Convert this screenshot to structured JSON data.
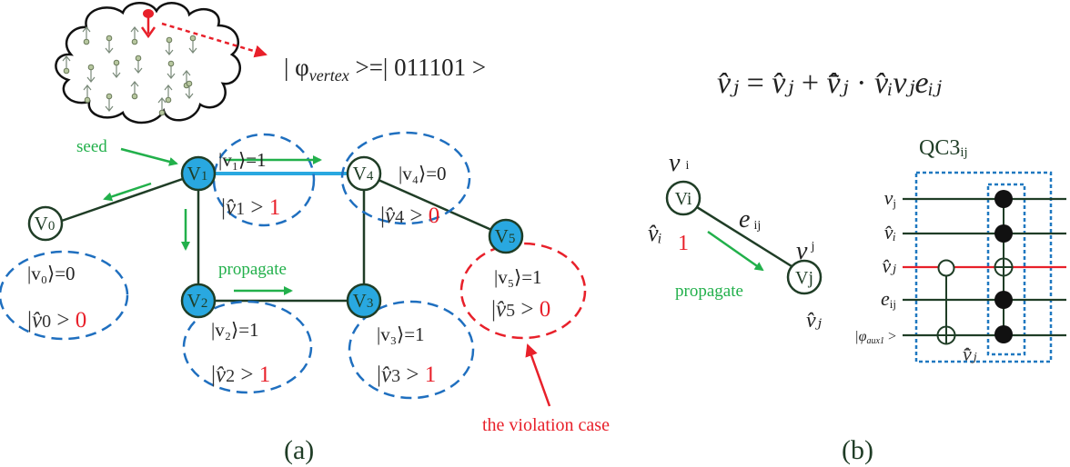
{
  "colors": {
    "node_fill": "#29a8e0",
    "node_stroke": "#1f3d26",
    "edge": "#1f3d26",
    "highlight_edge": "#29a8e0",
    "green": "#22b04b",
    "red": "#e8202a",
    "blue_dash": "#1f6fbf",
    "text": "#222222",
    "circuit_dash": "#1f78c0"
  },
  "panel_a": {
    "label": "(a)",
    "state_formula": {
      "left": "| φ",
      "subscript": "vertex",
      "right": " >=| 011101 >"
    },
    "seed_label": "seed",
    "propagate_label": "propagate",
    "violation_label": "the violation case",
    "nodes": [
      {
        "id": "v0",
        "main": "V",
        "sub": "0",
        "filled": false
      },
      {
        "id": "v1",
        "main": "V",
        "sub": "1",
        "filled": true
      },
      {
        "id": "v2",
        "main": "V",
        "sub": "2",
        "filled": true
      },
      {
        "id": "v3",
        "main": "V",
        "sub": "3",
        "filled": true
      },
      {
        "id": "v4",
        "main": "V",
        "sub": "4",
        "filled": false
      },
      {
        "id": "v5",
        "main": "V",
        "sub": "5",
        "filled": true
      }
    ],
    "states": [
      {
        "node": "v0",
        "ket": "|v₀⟩=0",
        "hat_sub": "0",
        "hat_val": "0",
        "violation": false
      },
      {
        "node": "v1",
        "ket": "|v₁⟩=1",
        "hat_sub": "1",
        "hat_val": "1",
        "violation": false
      },
      {
        "node": "v2",
        "ket": "|v₂⟩=1",
        "hat_sub": "2",
        "hat_val": "1",
        "violation": false
      },
      {
        "node": "v3",
        "ket": "|v₃⟩=1",
        "hat_sub": "3",
        "hat_val": "1",
        "violation": false
      },
      {
        "node": "v4",
        "ket": "|v₄⟩=0",
        "hat_sub": "4",
        "hat_val": "0",
        "violation": false
      },
      {
        "node": "v5",
        "ket": "|v₅⟩=1",
        "hat_sub": "5",
        "hat_val": "0",
        "violation": true
      }
    ],
    "edges": [
      {
        "from": "v1",
        "to": "v0"
      },
      {
        "from": "v1",
        "to": "v4",
        "highlight": true
      },
      {
        "from": "v1",
        "to": "v2"
      },
      {
        "from": "v2",
        "to": "v3"
      },
      {
        "from": "v4",
        "to": "v3"
      },
      {
        "from": "v4",
        "to": "v5"
      }
    ],
    "cloud": {
      "spins": [
        "up",
        "down",
        "up",
        "down",
        "down",
        "up",
        "down",
        "down",
        "down",
        "up",
        "down",
        "up",
        "down",
        "up",
        "up",
        "down",
        "up"
      ]
    }
  },
  "panel_b": {
    "label": "(b)",
    "update_rule": "v̂ⱼ = v̂ⱼ + v̂̄ⱼ · v̂ᵢ vⱼ eᵢⱼ",
    "update_rule_parts": {
      "lhs": "v̂ⱼ",
      "eq": " = ",
      "t1": "v̂ⱼ",
      "plus": " + ",
      "t2": "v̂̄ⱼ",
      "dot": " · ",
      "t3": "v̂ᵢvⱼeᵢⱼ"
    },
    "vi_label": "v",
    "vi_sub": "i",
    "vi_node": "Vi",
    "vi_hat": "v̂ᵢ",
    "vi_hat_value": "1",
    "eij_label": "e",
    "eij_sub": "ij",
    "vj_label": "v",
    "vj_sub": "j",
    "vj_node": "Vj",
    "vj_hat": "v̂ⱼ",
    "propagate_label": "propagate",
    "circuit": {
      "title": "QC3",
      "title_sub": "ij",
      "wires": [
        {
          "label": "v",
          "sub": "j",
          "color": "green"
        },
        {
          "label": "v̂ᵢ",
          "sub": "",
          "color": "green"
        },
        {
          "label": "v̂ⱼ",
          "sub": "",
          "color": "red"
        },
        {
          "label": "e",
          "sub": "ij",
          "color": "green"
        },
        {
          "label": "|φ",
          "sub": "aux1",
          "suffix": " >",
          "color": "green"
        }
      ],
      "aux_output_label": "v̂̄ⱼ"
    }
  }
}
